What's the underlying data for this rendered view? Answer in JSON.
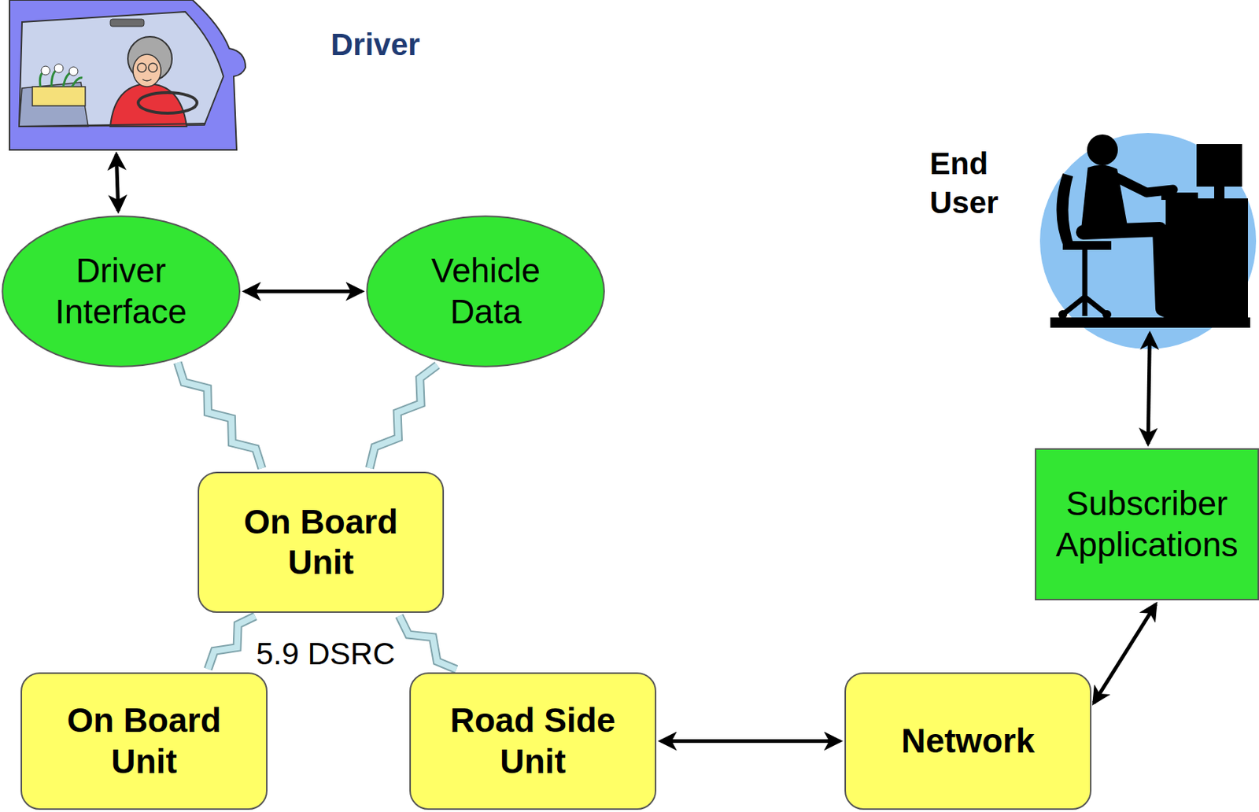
{
  "diagram": {
    "nodes": [
      {
        "text": [
          "Driver"
        ]
      },
      {
        "text": [
          "End User"
        ]
      },
      {
        "text": [
          "Driver Interface"
        ]
      },
      {
        "text": [
          "Vehicle Data"
        ]
      },
      {
        "text": [
          "Subscriber Applications"
        ]
      },
      {
        "text": [
          "On Board Unit"
        ]
      },
      {
        "text": [
          "On Board Unit"
        ]
      },
      {
        "text": [
          "Road Side Unit"
        ]
      },
      {
        "text": [
          "Network"
        ]
      }
    ],
    "edges": [
      {
        "from": 0,
        "to": 2,
        "arrow": "both"
      },
      {
        "from": 2,
        "to": 3,
        "arrow": "both"
      },
      {
        "from": 2,
        "to": 5,
        "arrow": "none"
      },
      {
        "from": 3,
        "to": 5,
        "arrow": "none"
      },
      {
        "from": 5,
        "to": 6,
        "arrow": "none"
      },
      {
        "from": 5,
        "to": 7,
        "arrow": "none"
      },
      {
        "from": 7,
        "to": 8,
        "arrow": "both"
      },
      {
        "from": 8,
        "to": 4,
        "arrow": "both"
      },
      {
        "from": 4,
        "to": 1,
        "arrow": "both"
      }
    ],
    "labels": [
      "5.9 DSRC"
    ]
  }
}
